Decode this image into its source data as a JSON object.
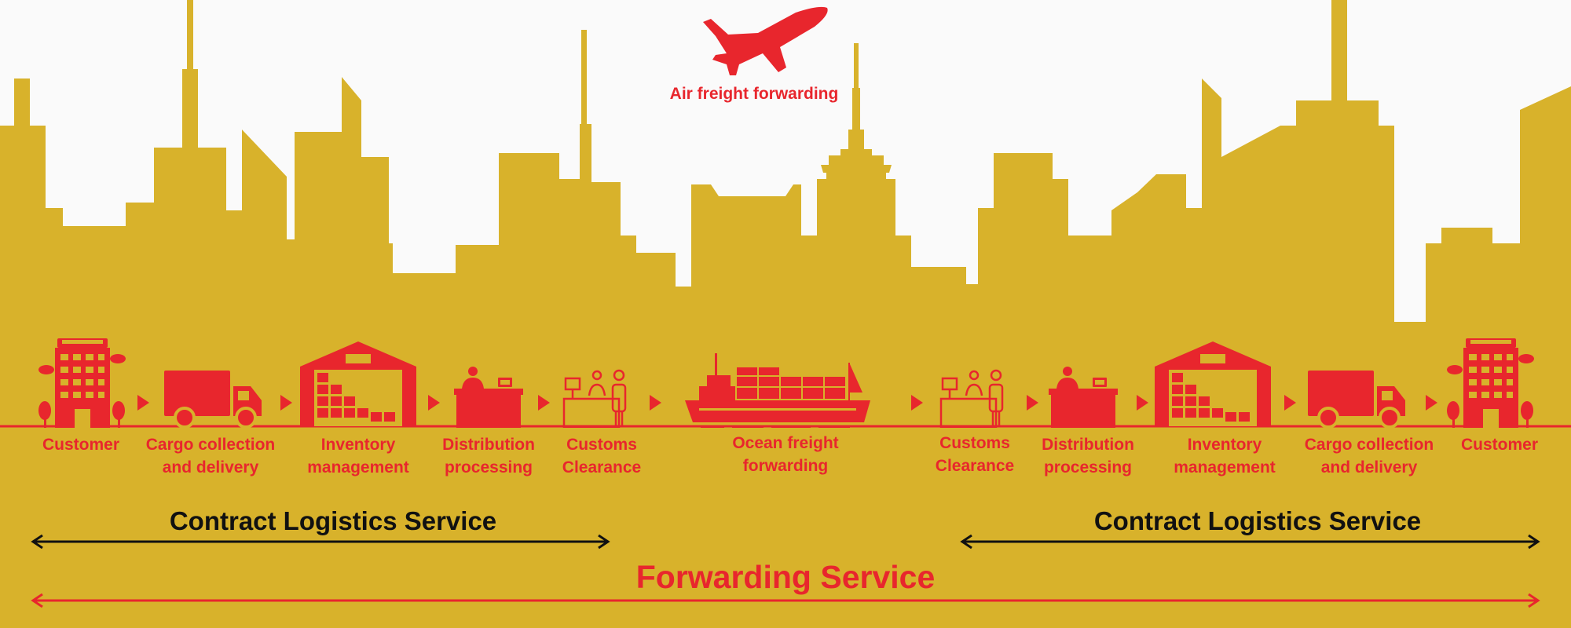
{
  "air_label": "Air freight forwarding",
  "steps": [
    {
      "label": "Customer",
      "icon": "building-icon"
    },
    {
      "label": "Cargo collection\nand delivery",
      "icon": "truck-icon"
    },
    {
      "label": "Inventory\nmanagement",
      "icon": "warehouse-icon"
    },
    {
      "label": "Distribution\nprocessing",
      "icon": "distribution-desk-icon"
    },
    {
      "label": "Customs\nClearance",
      "icon": "customs-counter-icon"
    },
    {
      "label": "Ocean freight\nforwarding",
      "icon": "container-ship-icon"
    },
    {
      "label": "Customs\nClearance",
      "icon": "customs-counter-icon"
    },
    {
      "label": "Distribution\nprocessing",
      "icon": "distribution-desk-icon"
    },
    {
      "label": "Inventory\nmanagement",
      "icon": "warehouse-icon"
    },
    {
      "label": "Cargo collection\nand delivery",
      "icon": "truck-icon"
    },
    {
      "label": "Customer",
      "icon": "building-icon"
    }
  ],
  "contract_left": "Contract Logistics Service",
  "contract_right": "Contract Logistics Service",
  "forwarding": "Forwarding Service",
  "colors": {
    "accent": "#e8262d",
    "city": "#d8b22b",
    "sky": "#fafafa",
    "text": "#111111"
  }
}
